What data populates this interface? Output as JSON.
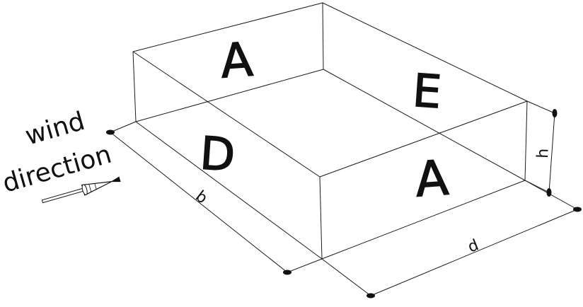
{
  "wind": {
    "line1": "wind",
    "line2": "direction",
    "arrow_icon": "arrow-right-icon"
  },
  "zones": {
    "back_left_wall": "A",
    "back_right_wall": "E",
    "front_left_wall": "D",
    "front_right_wall": "A"
  },
  "dimensions": {
    "width": "b",
    "depth": "d",
    "height": "h"
  },
  "colors": {
    "ink": "#111111",
    "background": "#ffffff"
  }
}
